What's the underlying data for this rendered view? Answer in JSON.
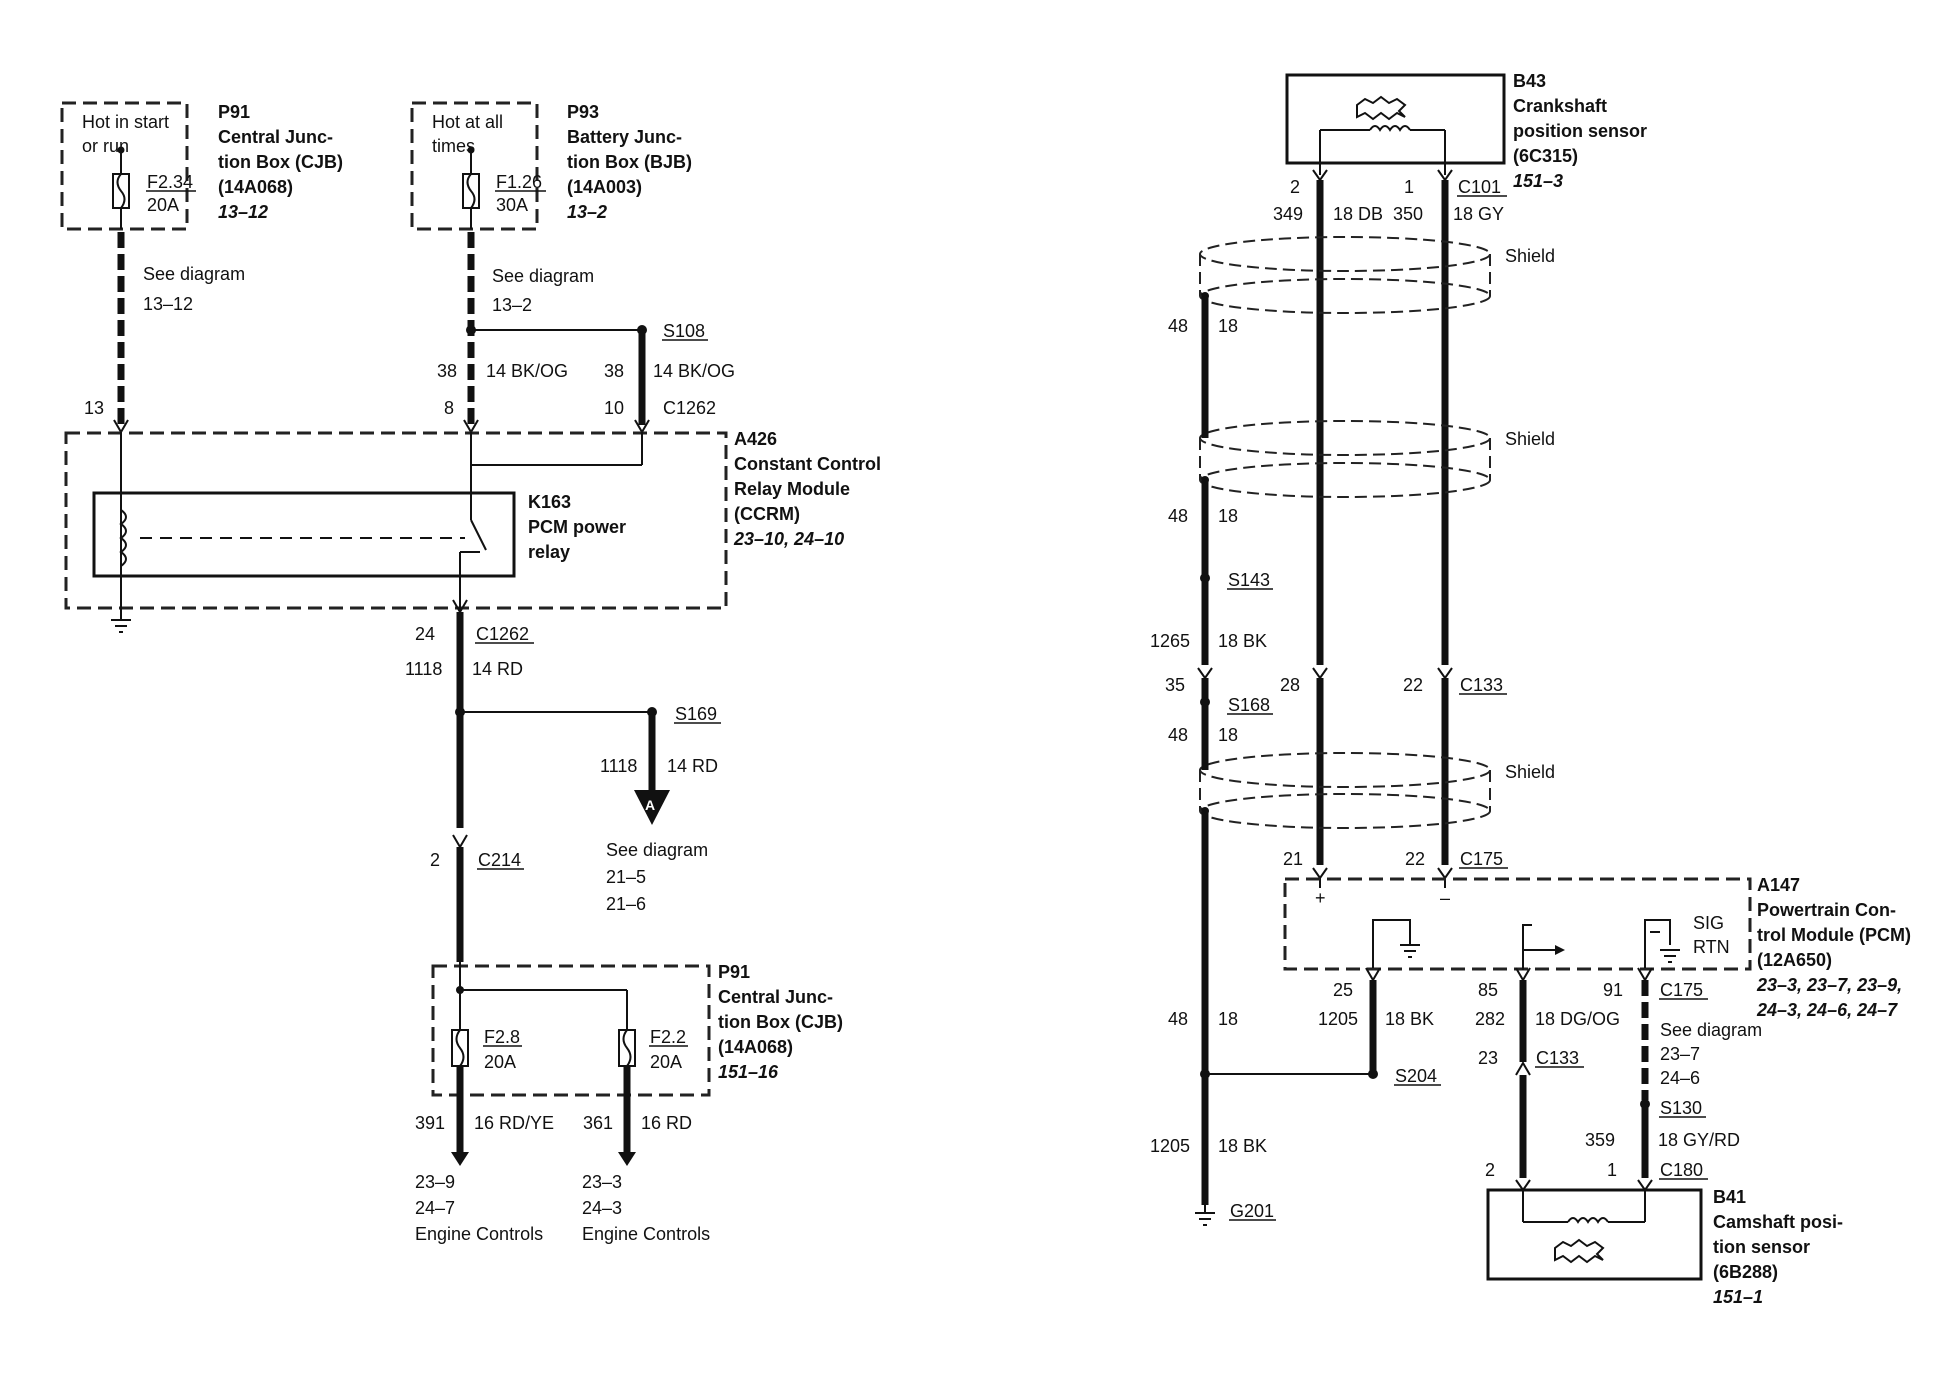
{
  "left": {
    "p91_top": {
      "note": [
        "Hot in start",
        "or run"
      ],
      "id": "P91",
      "name": [
        "Central Junc-",
        "tion Box (CJB)",
        "(14A068)"
      ],
      "ref": "13–12",
      "fuse": "F2.34",
      "amps": "20A"
    },
    "p93": {
      "note": [
        "Hot at all",
        "times"
      ],
      "id": "P93",
      "name": [
        "Battery Junc-",
        "tion Box (BJB)",
        "(14A003)"
      ],
      "ref": "13–2",
      "fuse": "F1.26",
      "amps": "30A"
    },
    "see_left": [
      "See diagram",
      "13–12"
    ],
    "see_mid": [
      "See diagram",
      "13–2"
    ],
    "s108": "S108",
    "w38a": "38",
    "w38a_g": "14 BK/OG",
    "w38b": "38",
    "w38b_g": "14 BK/OG",
    "pin13": "13",
    "pin8": "8",
    "pin10": "10",
    "c1262_top": "C1262",
    "a426": {
      "id": "A426",
      "name": [
        "Constant Control",
        "Relay Module",
        "(CCRM)"
      ],
      "ref": "23–10, 24–10"
    },
    "k163": {
      "id": "K163",
      "name": [
        "PCM power",
        "relay"
      ]
    },
    "pin24": "24",
    "c1262_bot": "C1262",
    "w1118": "1118",
    "w1118_g": "14 RD",
    "s169": "S169",
    "w1118b": "1118",
    "w1118b_g": "14 RD",
    "arrow_a": "A",
    "see_a": [
      "See diagram",
      "21–5",
      "21–6"
    ],
    "pin2": "2",
    "c214": "C214",
    "p91_bot": {
      "id": "P91",
      "name": [
        "Central Junc-",
        "tion Box (CJB)",
        "(14A068)"
      ],
      "ref": "151–16",
      "fuse1": "F2.8",
      "amps1": "20A",
      "fuse2": "F2.2",
      "amps2": "20A"
    },
    "w391": "391",
    "w391_g": "16 RD/YE",
    "w361": "361",
    "w361_g": "16 RD",
    "out1": [
      "23–9",
      "24–7",
      "Engine Controls"
    ],
    "out2": [
      "23–3",
      "24–3",
      "Engine Controls"
    ]
  },
  "right": {
    "b43": {
      "id": "B43",
      "name": [
        "Crankshaft",
        "position sensor",
        "(6C315)"
      ],
      "ref": "151–3"
    },
    "pin2": "2",
    "pin1": "1",
    "c101": "C101",
    "w349": "349",
    "w349_g": "18 DB",
    "w350": "350",
    "w350_g": "18 GY",
    "shield": "Shield",
    "w48a": "48",
    "w48a_g": "18",
    "w48b": "48",
    "w48b_g": "18",
    "s143": "S143",
    "w1265": "1265",
    "w1265_g": "18 BK",
    "pin35": "35",
    "pin28": "28",
    "pin22a": "22",
    "c133a": "C133",
    "s168": "S168",
    "w48c": "48",
    "w48c_g": "18",
    "pin21": "21",
    "pin22b": "22",
    "c175a": "C175",
    "plus": "+",
    "minus": "–",
    "sig": "SIG",
    "rtn": "RTN",
    "a147": {
      "id": "A147",
      "name": [
        "Powertrain Con-",
        "trol Module (PCM)",
        "(12A650)"
      ],
      "ref": [
        "23–3, 23–7, 23–9,",
        "24–3, 24–6, 24–7"
      ]
    },
    "pin25": "25",
    "pin85": "85",
    "pin91": "91",
    "c175b": "C175",
    "w48d": "48",
    "w48d_g": "18",
    "w1205a": "1205",
    "w1205a_g": "18 BK",
    "w282": "282",
    "w282_g": "18 DG/OG",
    "see": [
      "See diagram",
      "23–7",
      "24–6"
    ],
    "s204": "S204",
    "pin23": "23",
    "c133b": "C133",
    "s130": "S130",
    "w359": "359",
    "w359_g": "18 GY/RD",
    "w1205b": "1205",
    "w1205b_g": "18 BK",
    "pin2b": "2",
    "pin1b": "1",
    "c180": "C180",
    "g201": "G201",
    "b41": {
      "id": "B41",
      "name": [
        "Camshaft posi-",
        "tion sensor",
        "(6B288)"
      ],
      "ref": "151–1"
    }
  }
}
